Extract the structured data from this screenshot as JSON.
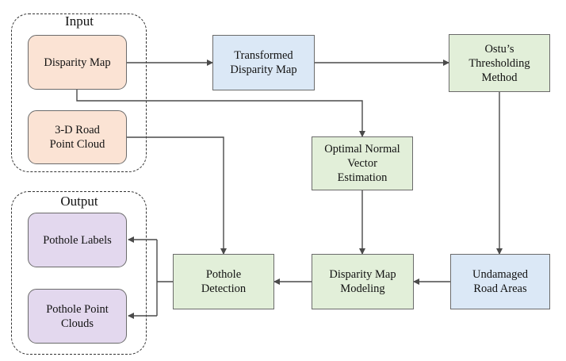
{
  "groups": {
    "input": {
      "title": "Input"
    },
    "output": {
      "title": "Output"
    }
  },
  "nodes": {
    "disparity_map": "Disparity Map",
    "road_point_cloud": "3-D Road\nPoint Cloud",
    "transformed_disparity_map": "Transformed\nDisparity Map",
    "otsu_thresholding": "Ostu’s\nThresholding\nMethod",
    "optimal_normal_vector": "Optimal Normal\nVector\nEstimation",
    "undamaged_road_areas": "Undamaged\nRoad Areas",
    "disparity_map_modeling": "Disparity Map\nModeling",
    "pothole_detection": "Pothole\nDetection",
    "pothole_labels": "Pothole Labels",
    "pothole_point_clouds": "Pothole Point\nClouds"
  },
  "colors": {
    "input_fill": "#fbe3d4",
    "output_fill": "#e3d8ee",
    "blue_fill": "#dbe8f6",
    "green_fill": "#e2efd9",
    "edge": "#4a4a4a"
  }
}
